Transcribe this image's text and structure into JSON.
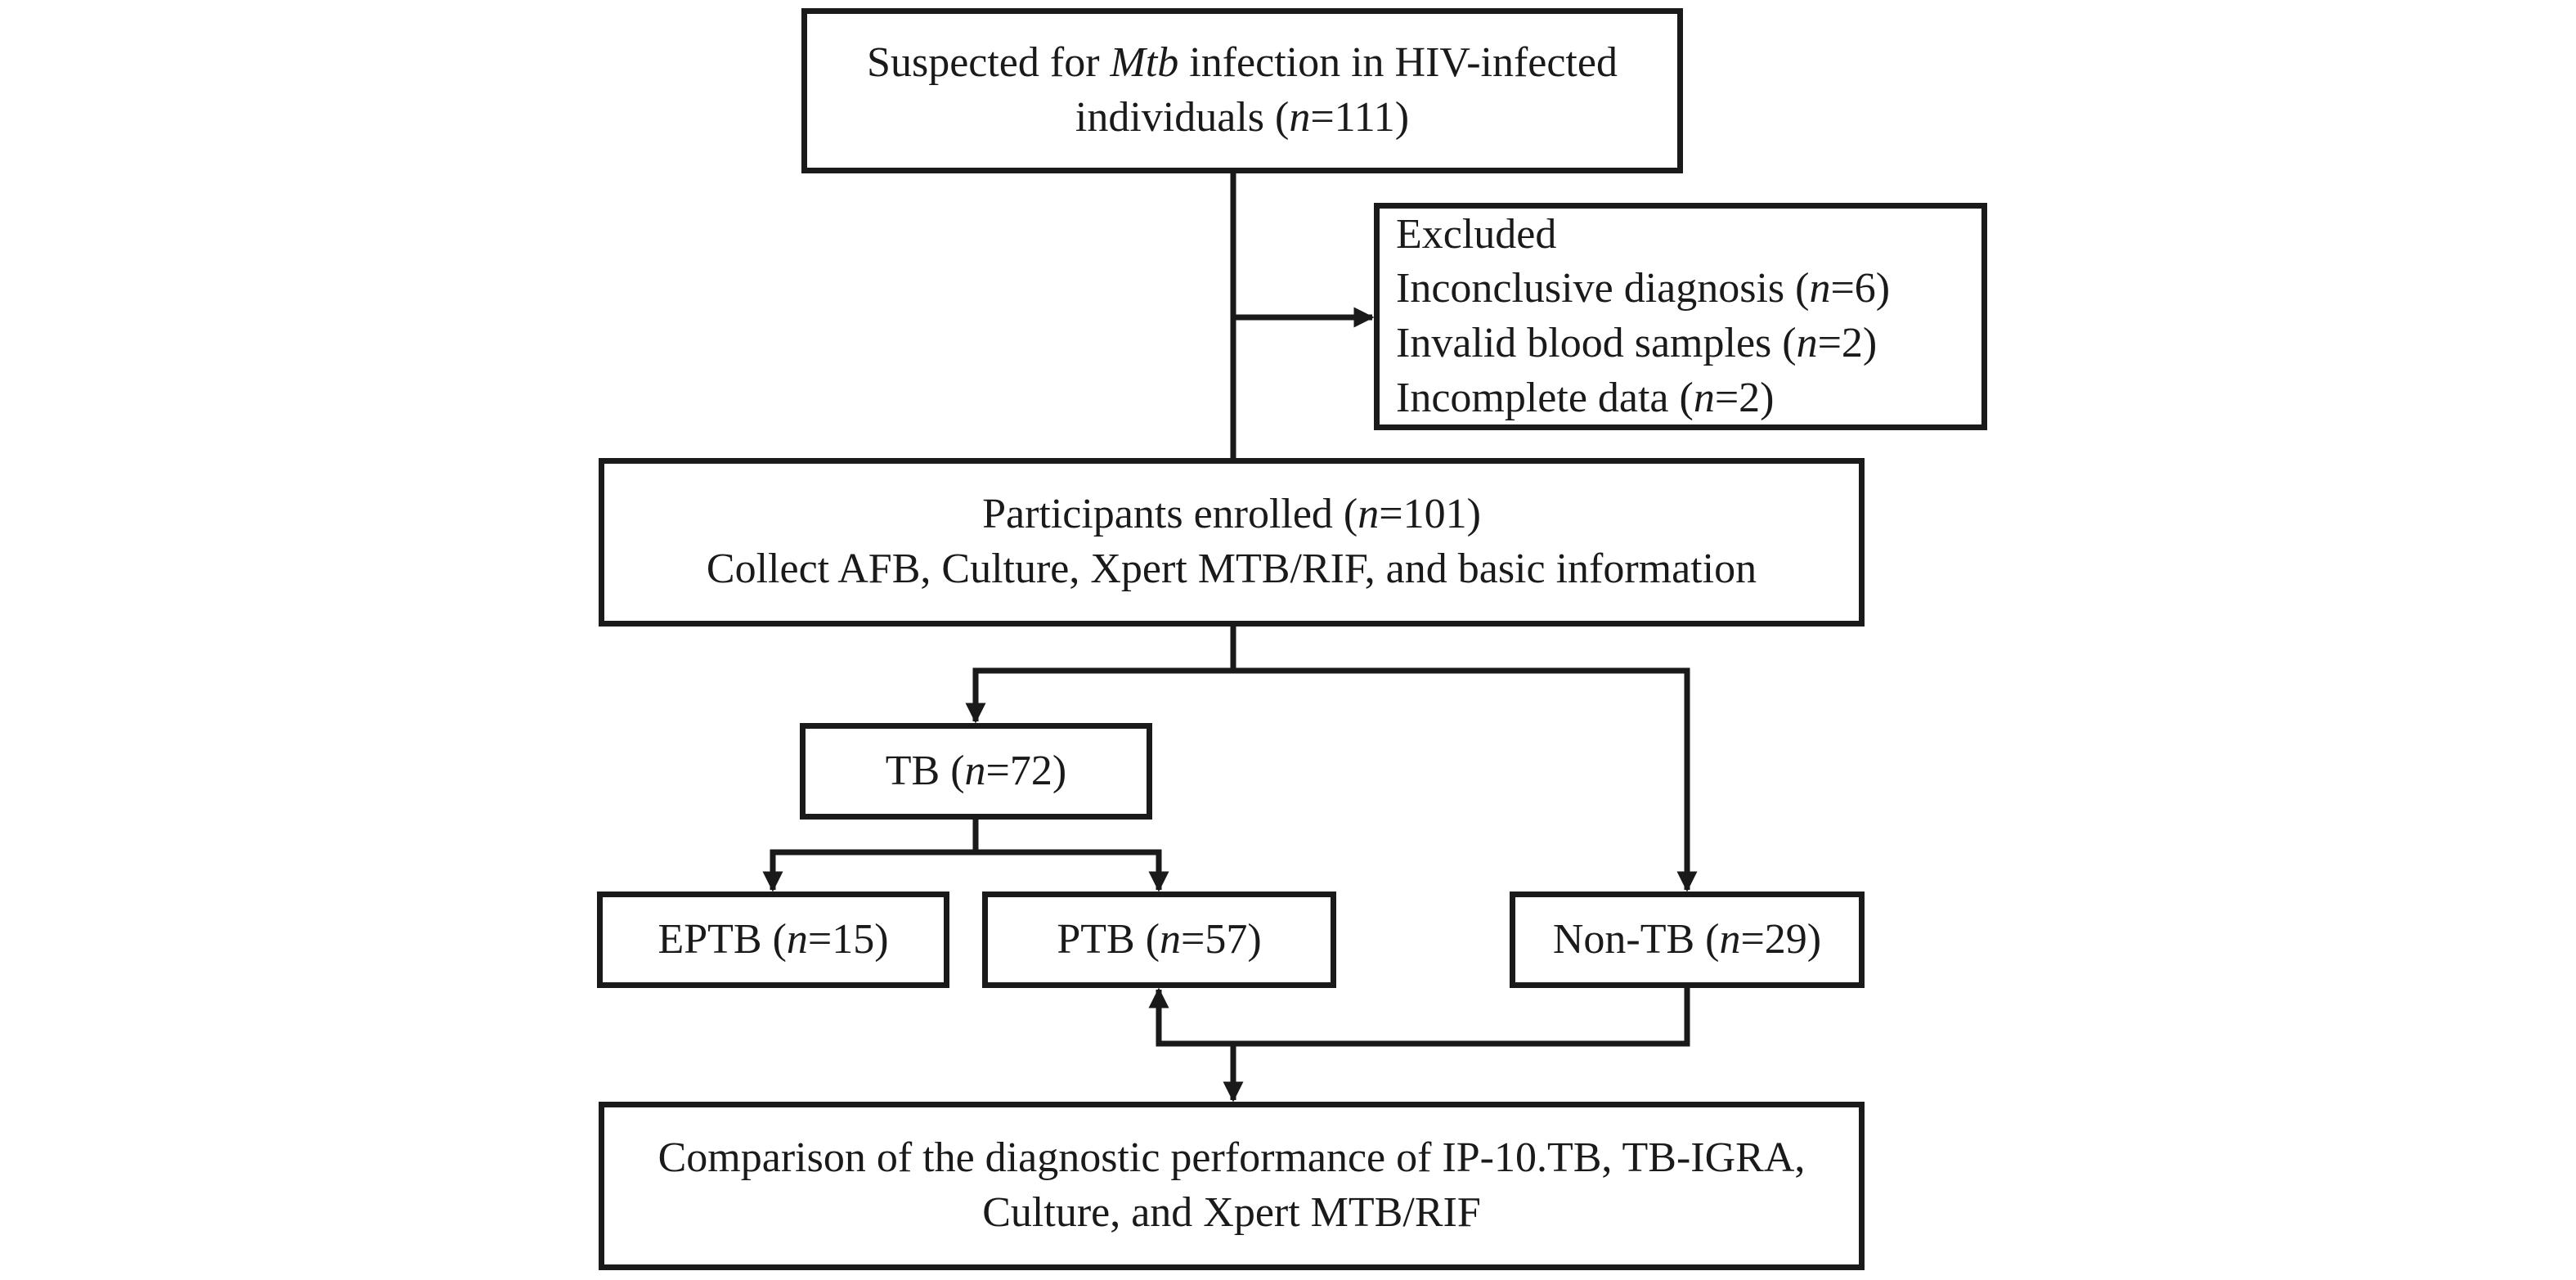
{
  "nodes": {
    "suspected": {
      "parts": [
        [
          {
            "t": "Suspected for "
          },
          {
            "t": "Mtb",
            "i": true
          },
          {
            "t": " infection in HIV-infected"
          }
        ],
        [
          {
            "t": "individuals ("
          },
          {
            "t": "n",
            "i": true
          },
          {
            "t": "=111)"
          }
        ]
      ]
    },
    "excluded": {
      "parts": [
        [
          {
            "t": "Excluded"
          }
        ],
        [
          {
            "t": "Inconclusive diagnosis ("
          },
          {
            "t": "n",
            "i": true
          },
          {
            "t": "=6)"
          }
        ],
        [
          {
            "t": "Invalid blood samples ("
          },
          {
            "t": "n",
            "i": true
          },
          {
            "t": "=2)"
          }
        ],
        [
          {
            "t": "Incomplete data ("
          },
          {
            "t": "n",
            "i": true
          },
          {
            "t": "=2)"
          }
        ]
      ]
    },
    "enrolled": {
      "parts": [
        [
          {
            "t": "Participants enrolled ("
          },
          {
            "t": "n",
            "i": true
          },
          {
            "t": "=101)"
          }
        ],
        [
          {
            "t": "Collect AFB, Culture, Xpert MTB/RIF, and basic information"
          }
        ]
      ]
    },
    "tb": {
      "parts": [
        [
          {
            "t": "TB ("
          },
          {
            "t": "n",
            "i": true
          },
          {
            "t": "=72)"
          }
        ]
      ]
    },
    "eptb": {
      "parts": [
        [
          {
            "t": "EPTB ("
          },
          {
            "t": "n",
            "i": true
          },
          {
            "t": "=15)"
          }
        ]
      ]
    },
    "ptb": {
      "parts": [
        [
          {
            "t": "PTB ("
          },
          {
            "t": "n",
            "i": true
          },
          {
            "t": "=57)"
          }
        ]
      ]
    },
    "nontb": {
      "parts": [
        [
          {
            "t": "Non-TB ("
          },
          {
            "t": "n",
            "i": true
          },
          {
            "t": "=29)"
          }
        ]
      ]
    },
    "compare": {
      "parts": [
        [
          {
            "t": "Comparison of the diagnostic performance of IP-10.TB, TB-IGRA,"
          }
        ],
        [
          {
            "t": "Culture, and Xpert MTB/RIF"
          }
        ]
      ]
    }
  },
  "edges": [
    {
      "from": "suspected",
      "to": "enrolled"
    },
    {
      "from": "suspected",
      "to": "excluded"
    },
    {
      "from": "enrolled",
      "to": "tb"
    },
    {
      "from": "enrolled",
      "to": "nontb"
    },
    {
      "from": "tb",
      "to": "eptb"
    },
    {
      "from": "tb",
      "to": "ptb"
    },
    {
      "from": "nontb",
      "to": "ptb"
    },
    {
      "from": "nontb",
      "to": "compare"
    }
  ],
  "colors": {
    "stroke": "#1a1a1a",
    "background": "#ffffff"
  }
}
